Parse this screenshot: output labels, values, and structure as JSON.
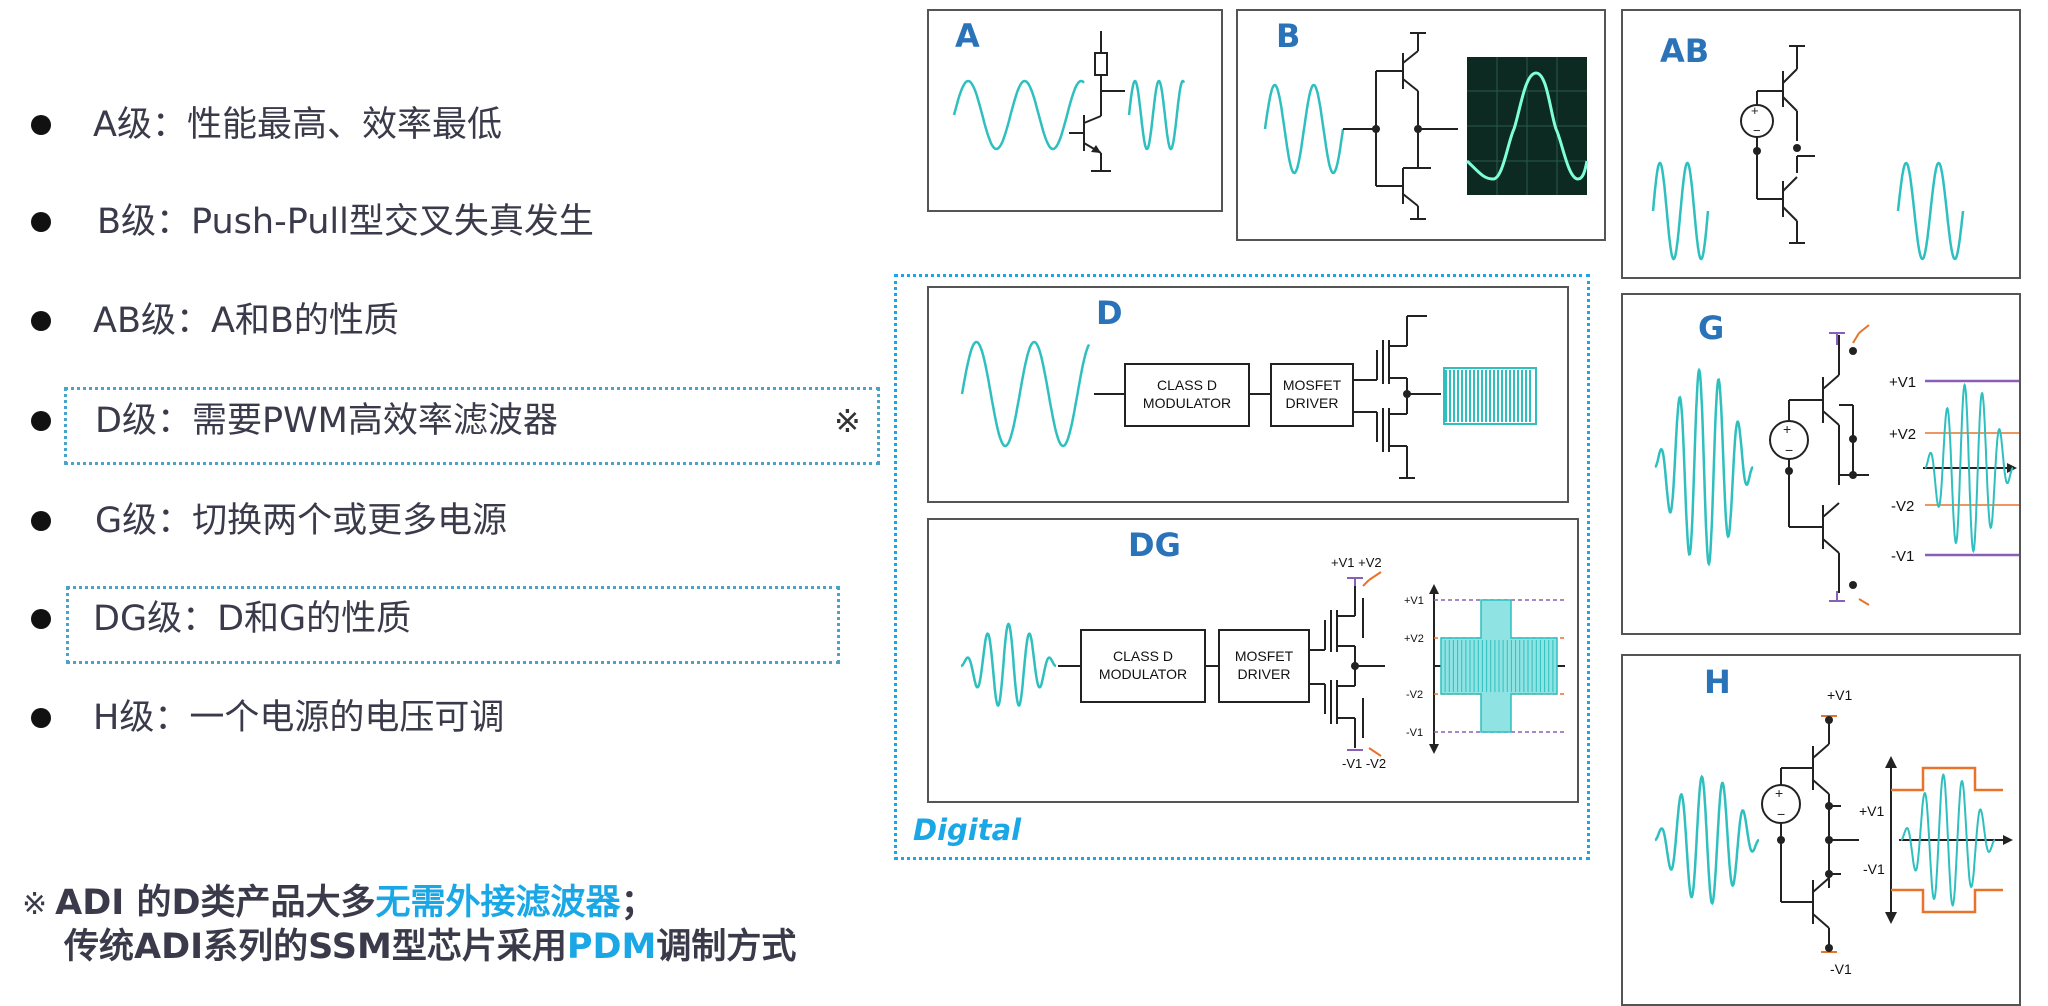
{
  "bullets": [
    {
      "text": "A级：性能最高、效率最低"
    },
    {
      "text": "B级：Push-Pull型交叉失真发生"
    },
    {
      "text": "AB级：A和B的性质"
    },
    {
      "text": "D级：需要PWM高效率滤波器"
    },
    {
      "text": "G级：切换两个或更多电源"
    },
    {
      "text": "DG级：D和G的性质"
    },
    {
      "text": "H级：一个电源的电压可调"
    }
  ],
  "mark_symbol": "※",
  "note": {
    "symbol": "※",
    "line1_a": "ADI 的D类产品大多",
    "line1_hl": "无需外接滤波器",
    "line1_b": "；",
    "line2_a": "传统ADI系列的SSM型芯片采用",
    "line2_hl": "PDM",
    "line2_b": "调制方式"
  },
  "panels": {
    "a": {
      "label": "A"
    },
    "b": {
      "label": "B"
    },
    "ab": {
      "label": "AB"
    },
    "d": {
      "label": "D",
      "block1": [
        "CLASS D",
        "MODULATOR"
      ],
      "block2": [
        "MOSFET",
        "DRIVER"
      ]
    },
    "dg": {
      "label": "DG",
      "block1": [
        "CLASS D",
        "MODULATOR"
      ],
      "block2": [
        "MOSFET",
        "DRIVER"
      ],
      "top_rails": "+V1 +V2",
      "bottom_rails": "-V1 -V2",
      "levels": [
        "+V1",
        "+V2",
        "-V2",
        "-V1"
      ]
    },
    "g": {
      "label": "G",
      "levels": [
        "+V1",
        "+V2",
        "-V2",
        "-V1"
      ]
    },
    "h": {
      "label": "H",
      "top": "+V1",
      "bottom": "-V1",
      "levels": [
        "+V1",
        "-V1"
      ]
    }
  },
  "digital_label": "Digital",
  "colors": {
    "wave": "#2fbfbf",
    "label": "#2a73b8",
    "accent": "#1aa7e6",
    "orange": "#e8742a",
    "purple": "#8a5fb8"
  }
}
